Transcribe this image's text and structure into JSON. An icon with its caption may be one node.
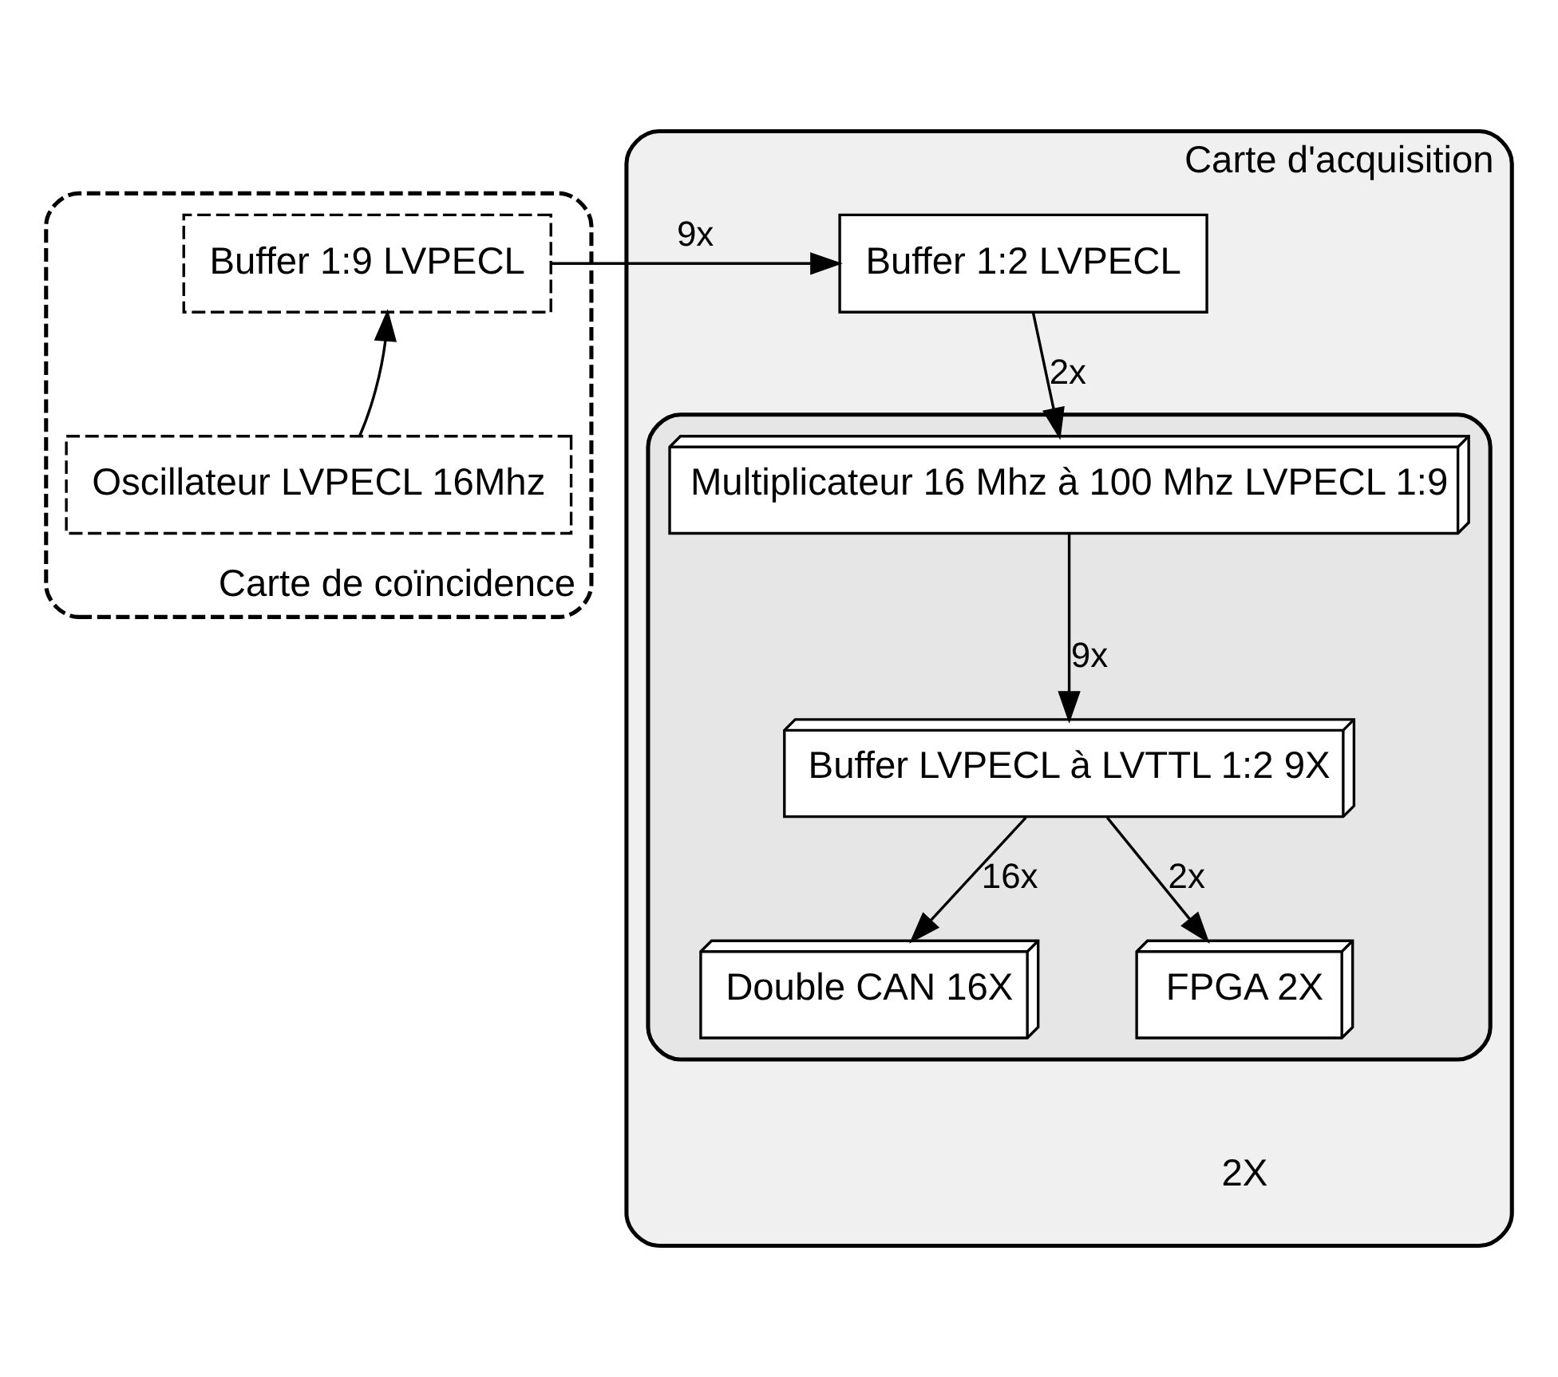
{
  "diagram": {
    "nodes": [
      {
        "text": [
          "Carte de coïncidence"
        ]
      },
      {
        "text": [
          "Buffer 1:9 LVPECL"
        ],
        "in": 0
      },
      {
        "text": [
          "Oscillateur LVPECL 16Mhz"
        ],
        "in": 0
      },
      {
        "text": [
          "Carte d'acquisition",
          "2X"
        ]
      },
      {
        "text": [
          "Buffer 1:2 LVPECL"
        ],
        "in": 3
      },
      {
        "text": [],
        "shape": "box",
        "in": 3
      },
      {
        "text": [
          "Multiplicateur 16 Mhz à 100 Mhz LVPECL 1:9"
        ],
        "in": 5
      },
      {
        "text": [
          "Buffer LVPECL à LVTTL 1:2 9X"
        ],
        "in": 5
      },
      {
        "text": [
          "Double CAN 16X"
        ],
        "in": 5
      },
      {
        "text": [
          "FPGA 2X"
        ],
        "in": 5
      }
    ],
    "edges": [
      {
        "from": 1,
        "to": 4,
        "arrow": "to",
        "label": "9x"
      },
      {
        "from": 2,
        "to": 1,
        "arrow": "to"
      },
      {
        "from": 4,
        "to": 6,
        "arrow": "to",
        "label": "2x"
      },
      {
        "from": 6,
        "to": 7,
        "arrow": "to",
        "label": "9x"
      },
      {
        "from": 7,
        "to": 8,
        "arrow": "to",
        "label": "16x"
      },
      {
        "from": 7,
        "to": 9,
        "arrow": "to",
        "label": "2x"
      }
    ]
  }
}
